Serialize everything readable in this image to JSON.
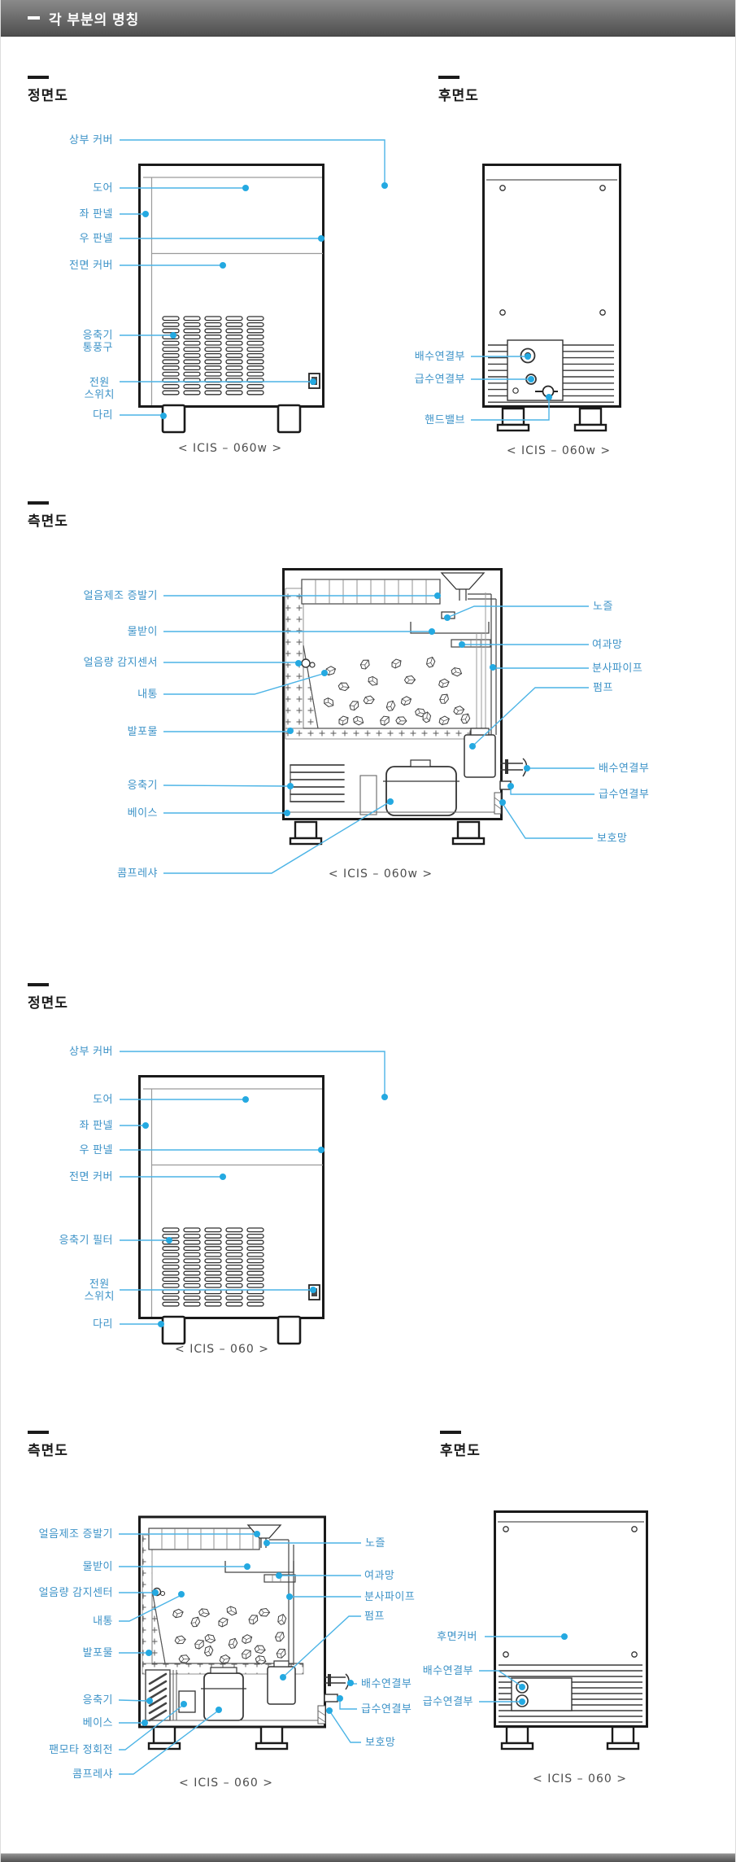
{
  "header": {
    "title": "각 부분의 명칭"
  },
  "palette": {
    "label_text": "#3d93c8",
    "leader_line": "#4cb4e6",
    "dot": "#24a9e1"
  },
  "sections": {
    "front1": {
      "title": "정면도",
      "caption": "< ICIS – 060w >",
      "labels": {
        "top_cover": "상부 커버",
        "door": "도어",
        "left_panel": "좌 판넬",
        "right_panel": "우 판넬",
        "front_cover": "전면 커버",
        "condenser_vent": "응축기\n통풍구",
        "power_switch": "전원\n스위치",
        "leg": "다리"
      }
    },
    "rear1": {
      "title": "후면도",
      "caption": "< ICIS – 060w >",
      "labels": {
        "drain": "배수연결부",
        "water_supply": "급수연결부",
        "hand_valve": "핸드밸브"
      }
    },
    "side1": {
      "title": "측면도",
      "caption": "< ICIS – 060w >",
      "labels_left": {
        "evaporator": "얼음제조 증발기",
        "water_tray": "물받이",
        "ice_level_sensor": "얼음량 감지센서",
        "inner_tank": "내통",
        "foam": "발포물",
        "condenser": "응축기",
        "base": "베이스",
        "compressor": "콤프레샤"
      },
      "labels_right": {
        "nozzle": "노즐",
        "filter_net": "여과망",
        "spray_pipe": "분사파이프",
        "pump": "펌프",
        "drain": "배수연결부",
        "water_supply": "급수연결부",
        "guard_net": "보호망"
      }
    },
    "front2": {
      "title": "정면도",
      "caption": "< ICIS – 060 >",
      "labels": {
        "top_cover": "상부 커버",
        "door": "도어",
        "left_panel": "좌 판넬",
        "right_panel": "우 판넬",
        "front_cover": "전면 커버",
        "condenser_filter": "응축기 필터",
        "power_switch": "전원\n스위치",
        "leg": "다리"
      }
    },
    "side2": {
      "title": "측면도",
      "caption": "< ICIS – 060 >",
      "labels_left": {
        "evaporator": "얼음제조 증발기",
        "water_tray": "물받이",
        "ice_level_sensor": "얼음량 감지센터",
        "inner_tank": "내통",
        "foam": "발포물",
        "condenser": "응축기",
        "base": "베이스",
        "fan_motor": "팬모타 정회전",
        "compressor": "콤프레샤"
      },
      "labels_right": {
        "nozzle": "노즐",
        "filter_net": "여과망",
        "spray_pipe": "분사파이프",
        "pump": "펌프",
        "drain": "배수연결부",
        "water_supply": "급수연결부",
        "guard_net": "보호망"
      }
    },
    "rear2": {
      "title": "후면도",
      "caption": "< ICIS – 060 >",
      "labels": {
        "rear_cover": "후면커버",
        "drain": "배수연결부",
        "water_supply": "급수연결부"
      }
    }
  }
}
